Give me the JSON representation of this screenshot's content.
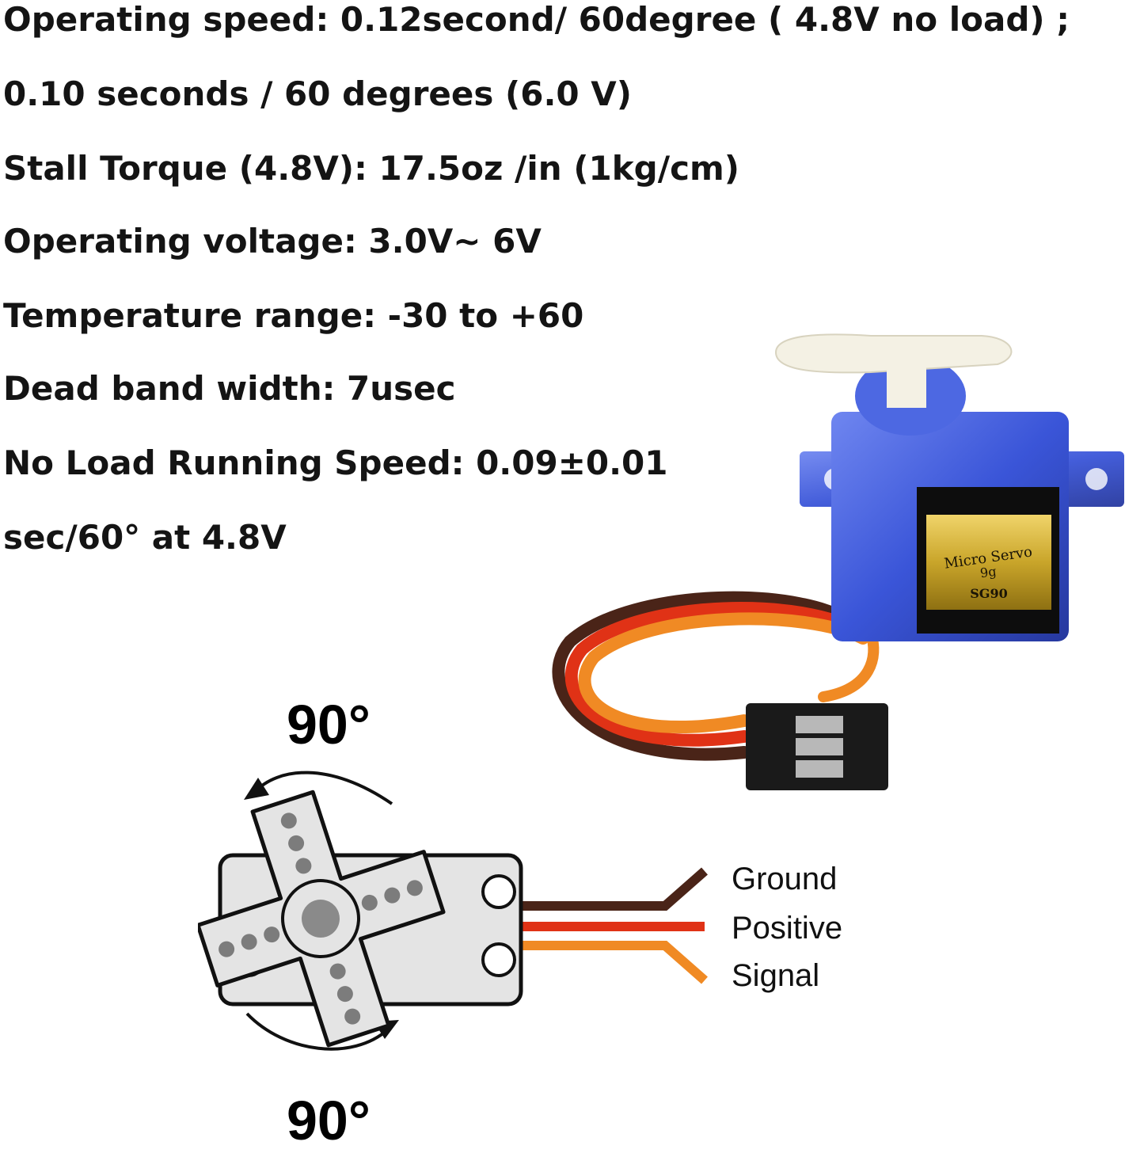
{
  "specs": [
    "Operating speed: 0.12second/ 60degree ( 4.8V no load) ;",
    "0.10 seconds / 60 degrees (6.0 V)",
    "Stall Torque (4.8V): 17.5oz /in (1kg/cm)",
    "Operating voltage: 3.0V~ 6V",
    "Temperature range: -30 to +60",
    "Dead band width: 7usec",
    "No Load Running Speed: 0.09±0.01",
    "sec/60° at 4.8V"
  ],
  "servo_label": {
    "line1": "Micro Servo",
    "line2": "9g",
    "model": "SG90"
  },
  "rotation": {
    "top_angle": "90°",
    "bottom_angle": "90°"
  },
  "wires": [
    {
      "label": "Ground",
      "color": "#4a2418"
    },
    {
      "label": "Positive",
      "color": "#e03216"
    },
    {
      "label": "Signal",
      "color": "#f08a24"
    }
  ],
  "colors": {
    "servo_body": "#3a55d8",
    "servo_label_gold": "#c9a52a",
    "diagram_body": "#e4e4e4",
    "text": "#141414"
  }
}
